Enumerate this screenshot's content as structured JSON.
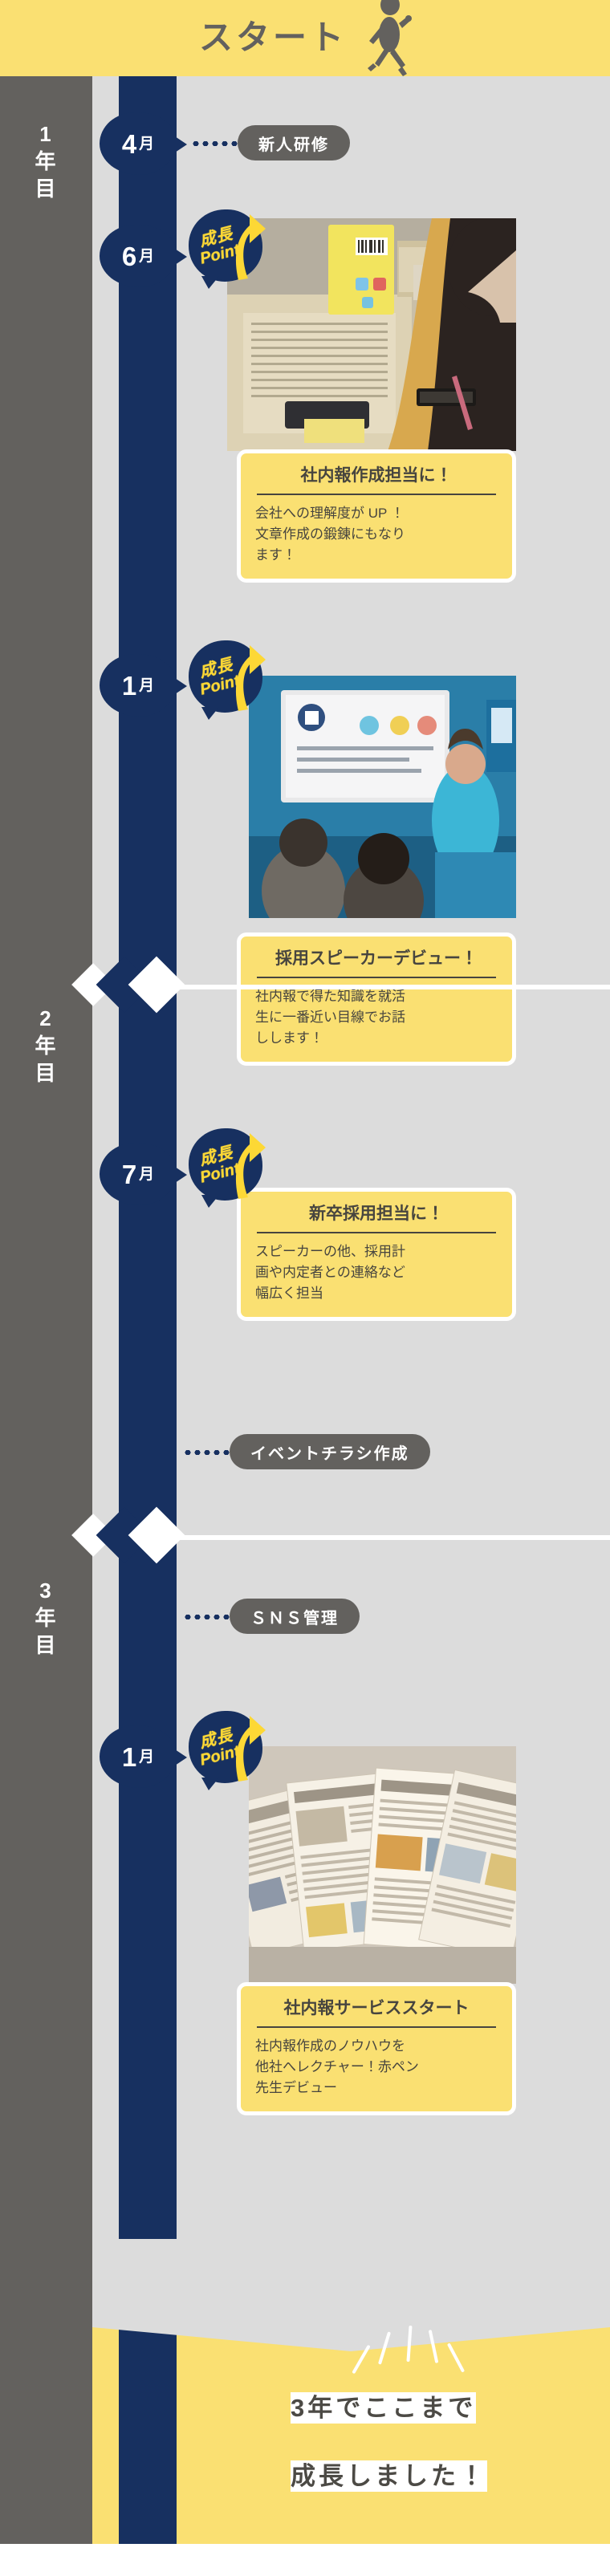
{
  "header": {
    "title": "スタート",
    "runner_icon": "running-person-icon",
    "bg_color": "#fae072",
    "text_color": "#63615e"
  },
  "theme": {
    "navy": "#173060",
    "yellow": "#fae072",
    "gray_dark": "#63615e",
    "gray_light": "#dcdcdc",
    "text_dark": "#47453f",
    "white": "#ffffff",
    "badge_text": "#fdd835"
  },
  "years": [
    {
      "id": "year-1",
      "line1": "1",
      "line2": "年",
      "line3": "目"
    },
    {
      "id": "year-2",
      "line1": "2",
      "line2": "年",
      "line3": "目"
    },
    {
      "id": "year-3",
      "line1": "3",
      "line2": "年",
      "line3": "目"
    }
  ],
  "months": [
    {
      "id": "month-y1-04",
      "num": "4",
      "unit": "月"
    },
    {
      "id": "month-y1-06",
      "num": "6",
      "unit": "月"
    },
    {
      "id": "month-y1-01",
      "num": "1",
      "unit": "月"
    },
    {
      "id": "month-y2-07",
      "num": "7",
      "unit": "月"
    },
    {
      "id": "month-y3-01",
      "num": "1",
      "unit": "月"
    }
  ],
  "pills": [
    {
      "id": "pill-shinjin-kenshu",
      "label": "新人研修"
    },
    {
      "id": "pill-event-chirashi",
      "label": "イベントチラシ作成"
    },
    {
      "id": "pill-sns-kanri",
      "label": "ＳＮＳ管理"
    }
  ],
  "growth_badge": {
    "line1": "成長",
    "line2": "Point",
    "arrow_icon": "curved-up-arrow-icon"
  },
  "cards": [
    {
      "id": "card-shanaiho-sakusei",
      "title": "社内報作成担当に！",
      "body": "会社への理解度が UP ！\n文章作成の鍛錬にもなり\nます！",
      "photo_alt": "desk-notebook-photo"
    },
    {
      "id": "card-saiyo-speaker",
      "title": "採用スピーカーデビュー！",
      "body": "社内報で得た知識を就活\n生に一番近い目線でお話\nしします！",
      "photo_alt": "seminar-presentation-photo"
    },
    {
      "id": "card-shinsotsu-saiyo",
      "title": "新卒採用担当に！",
      "body": "スピーカーの他、採用計\n画や内定者との連絡など\n幅広く担当",
      "photo_alt": "no-photo"
    },
    {
      "id": "card-shanaiho-service",
      "title": "社内報サービススタート",
      "body": "社内報作成のノウハウを\n他社へレクチャー！赤ペン\n先生デビュー",
      "photo_alt": "newspapers-spread-photo"
    }
  ],
  "footer": {
    "line1": "3年でここまで",
    "line2": "成長しました！",
    "sparkle_icon": "sparkle-rays-icon"
  }
}
